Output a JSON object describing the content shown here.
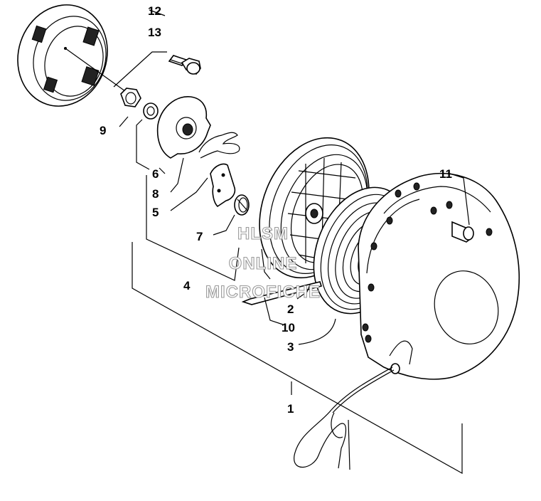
{
  "labels": {
    "l1": "1",
    "l2": "2",
    "l3": "3",
    "l4": "4",
    "l5": "5",
    "l6": "6",
    "l7": "7",
    "l8": "8",
    "l9": "9",
    "l10": "10",
    "l11": "11",
    "l12": "12",
    "l13": "13"
  },
  "watermark": {
    "line1": "HLSM",
    "line2": "ONLINE",
    "line3": "MICROFICHE"
  }
}
